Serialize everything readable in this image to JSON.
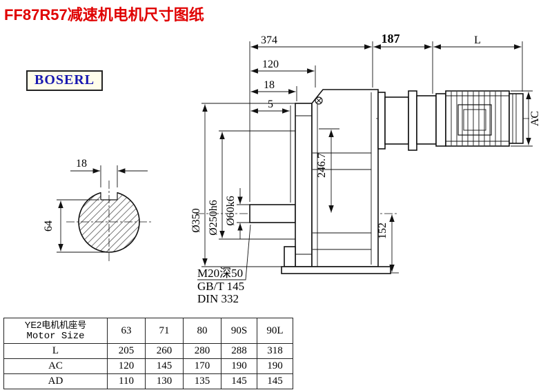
{
  "page": {
    "title": "FF87R57减速机电机尺寸图纸",
    "brand": "BOSERL"
  },
  "colors": {
    "title_red": "#e00000",
    "brand_blue": "#1818b0"
  },
  "drawing": {
    "dims": {
      "overall_length": "374",
      "adapter_length": "187",
      "motor_length": "L",
      "shaft_length": "120",
      "shaft_step": "18",
      "gap": "5",
      "flange_diameter": "Ø350",
      "spigot_diameter": "Ø250h6",
      "shaft_diameter": "Ø60k6",
      "center_height": "246.7",
      "base_to_center": "152",
      "motor_diameter": "AC",
      "key_width": "18",
      "key_height": "64"
    },
    "notes": [
      "M20深50",
      "GB/T 145",
      "DIN 332"
    ]
  },
  "table": {
    "header_cn": "YE2电机机座号",
    "header_en": "Motor Size",
    "sizes": [
      "63",
      "71",
      "80",
      "90S",
      "90L"
    ],
    "rows": [
      {
        "label": "L",
        "values": [
          "205",
          "260",
          "280",
          "288",
          "318"
        ]
      },
      {
        "label": "AC",
        "values": [
          "120",
          "145",
          "170",
          "190",
          "190"
        ]
      },
      {
        "label": "AD",
        "values": [
          "110",
          "130",
          "135",
          "145",
          "145"
        ]
      }
    ]
  }
}
